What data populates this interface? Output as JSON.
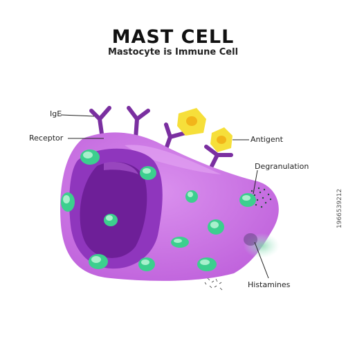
{
  "title": "MAST CELL",
  "subtitle": "Mastocyte is Immune Cell",
  "labels": {
    "ige": "IgE",
    "receptor": "Receptor",
    "antigent": "Antigent",
    "degranulation": "Degranulation",
    "histamines": "Histamines"
  },
  "watermark": "1966539212",
  "colors": {
    "cell_body": "#c46ee0",
    "cell_body_light": "#d98cee",
    "nucleus": "#8a2bb0",
    "nucleus_dark": "#6c1d92",
    "granule": "#3ccf8e",
    "granule_light": "#a8f0cc",
    "receptor": "#7a2fa0",
    "antigen": "#f6df3a",
    "antigen_core": "#f2b51a",
    "histamine_cloud": "#9fe0c0"
  }
}
